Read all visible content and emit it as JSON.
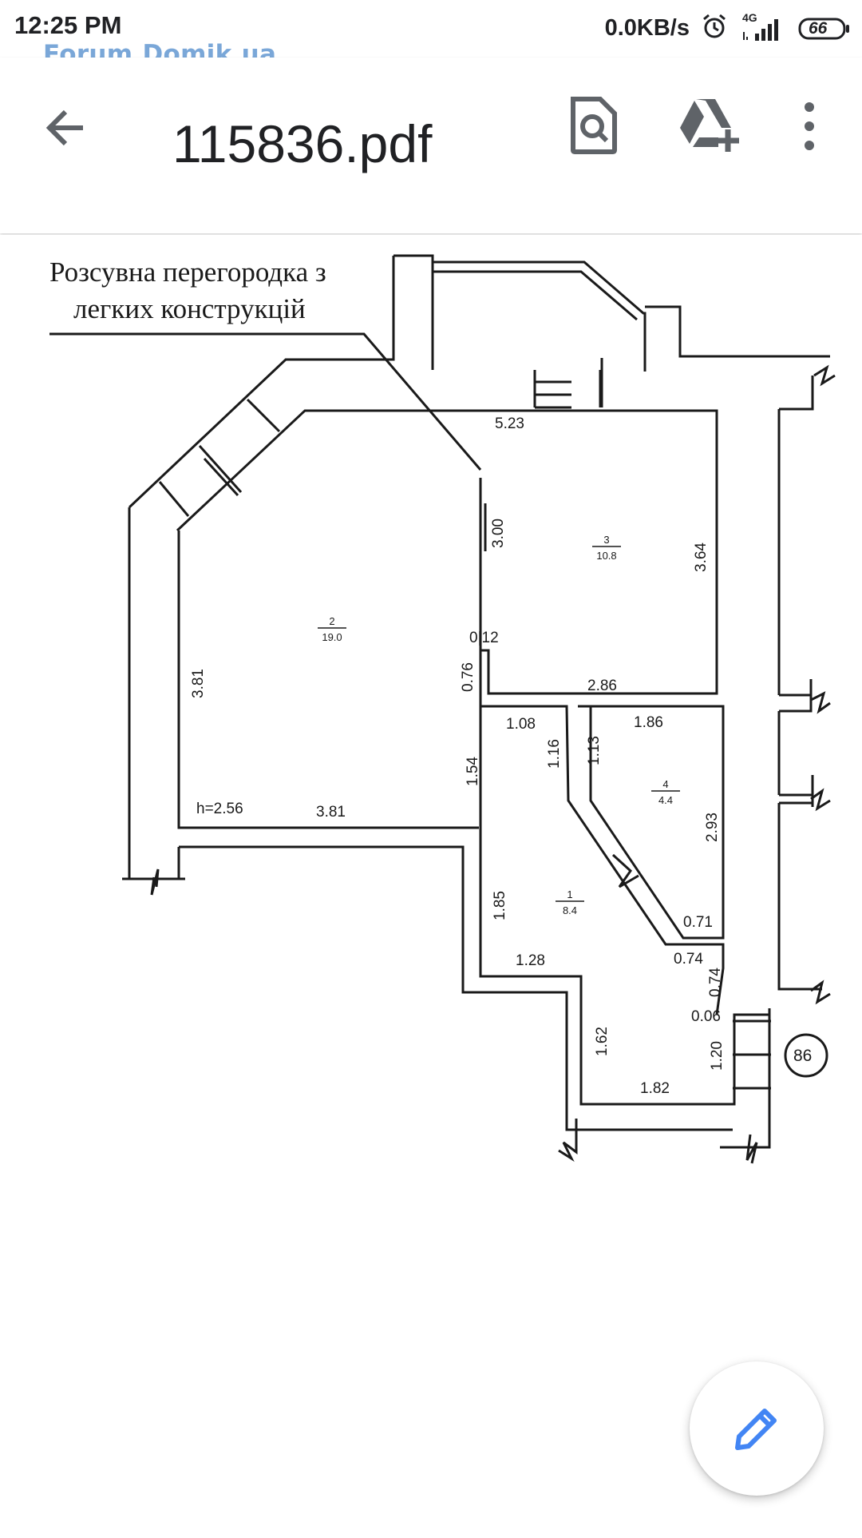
{
  "status_bar": {
    "time": "12:25 PM",
    "net_speed": "0.0KB/s",
    "network_type": "4G",
    "battery": "66",
    "icons": [
      "alarm-icon",
      "signal-icon",
      "battery-icon"
    ]
  },
  "watermark": {
    "text": "Forum.Domik.ua",
    "dot_colors": [
      "#7aa7d8",
      "#d6e27a",
      "#f0a8b8",
      "#e06080"
    ]
  },
  "app_bar": {
    "title": "115836.pdf",
    "icons": [
      "back-arrow-icon",
      "search-document-icon",
      "add-to-drive-icon",
      "more-vert-icon"
    ]
  },
  "floor_plan": {
    "annotation_line1": "Розсувна перегородка з",
    "annotation_line2": "легких конструкцій",
    "rooms": [
      {
        "number": "2",
        "area": "19.0"
      },
      {
        "number": "3",
        "area": "10.8"
      },
      {
        "number": "4",
        "area": "4.4"
      },
      {
        "number": "1",
        "area": "8.4"
      }
    ],
    "dimensions": {
      "d_523": "5.23",
      "d_300": "3.00",
      "d_364": "3.64",
      "d_012": "0|12",
      "d_076": "0.76",
      "d_286": "2.86",
      "d_381_vertical": "3.81",
      "d_108": "1.08",
      "d_116": "1.16",
      "d_113": "1.13",
      "d_186": "1.86",
      "d_154": "1.54",
      "d_293": "2.93",
      "height": "h=2.56",
      "d_381_horizontal": "3.81",
      "d_185": "1.85",
      "d_071": "0.71",
      "d_128": "1.28",
      "d_074_a": "0.74",
      "d_074_b": "0.74",
      "d_006": "0.06",
      "d_162": "1.62",
      "d_120": "1.20",
      "d_182": "1.82"
    },
    "apartment_number": "86"
  },
  "fab": {
    "icon": "edit-pencil-icon",
    "color": "#4285f4"
  },
  "colors": {
    "accent": "#4285f4",
    "text": "#202124",
    "icon": "#5f6368"
  }
}
